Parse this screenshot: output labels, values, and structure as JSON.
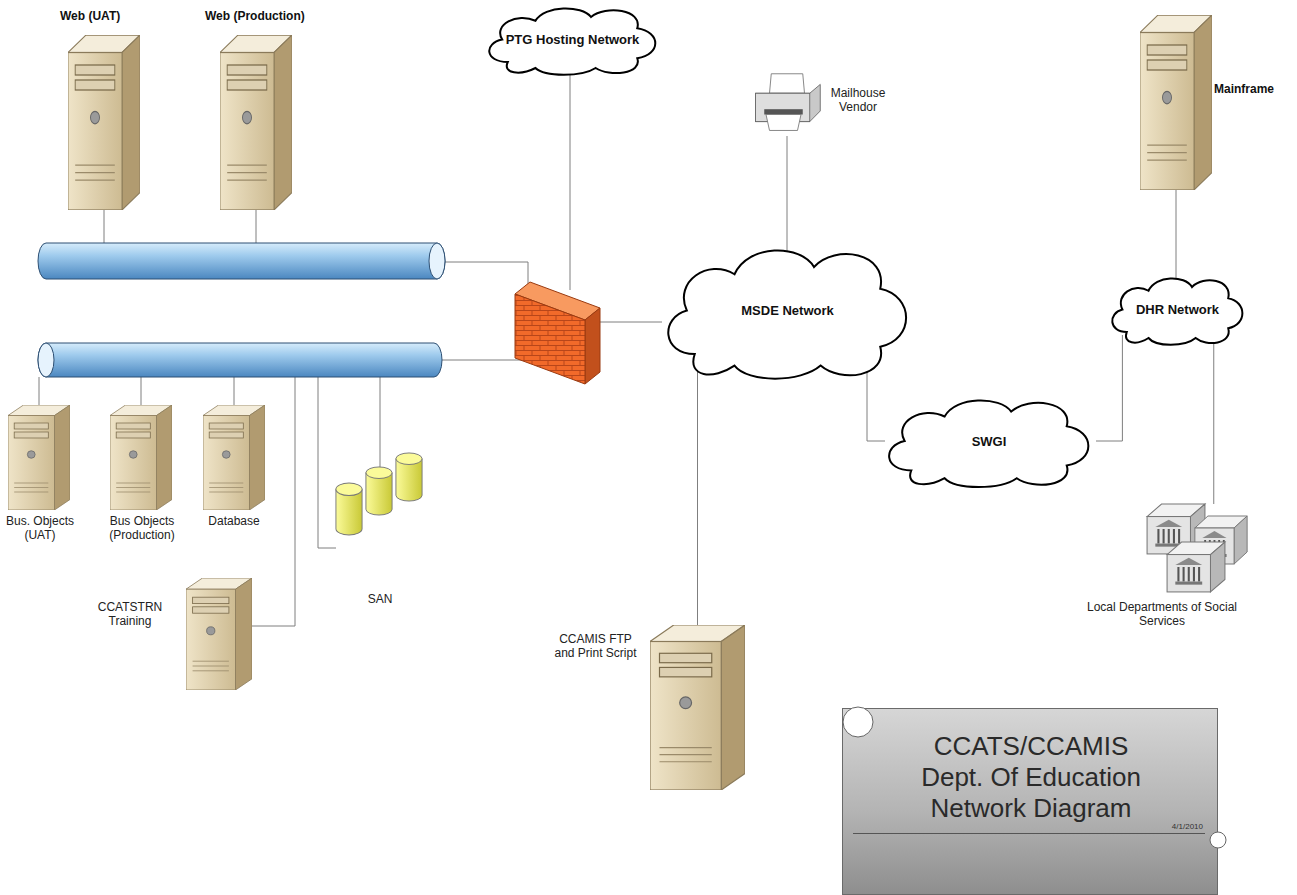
{
  "diagram": {
    "title": "CCATS/CCAMIS Dept. Of Education Network Diagram",
    "nodes": [
      {
        "text": [
          "Web (UAT)"
        ]
      },
      {
        "text": [
          "Web (Production)"
        ]
      },
      {
        "text": [
          "PTG Hosting Network"
        ]
      },
      {
        "text": [
          "Mailhouse Vendor"
        ]
      },
      {
        "text": [
          "Mainframe"
        ]
      },
      {
        "text": [
          "MSDE Network"
        ]
      },
      {
        "text": [
          "DHR Network"
        ]
      },
      {
        "text": [
          "Bus. Objects (UAT)"
        ]
      },
      {
        "text": [
          "Bus Objects (Production)"
        ]
      },
      {
        "text": [
          "Database"
        ]
      },
      {
        "text": [
          "SAN"
        ]
      },
      {
        "text": [
          "SWGI"
        ]
      },
      {
        "text": [
          "CCAMIS FTP and Print Script"
        ]
      },
      {
        "text": [
          "Local Departments of Social Services"
        ]
      },
      {
        "text": [
          "CCATSTRN Training"
        ]
      }
    ],
    "edges": [
      {
        "from": 3,
        "to": 5,
        "arrow": "none"
      },
      {
        "from": 4,
        "to": 6,
        "arrow": "none"
      },
      {
        "from": 5,
        "to": 11,
        "arrow": "none"
      },
      {
        "from": 11,
        "to": 6,
        "arrow": "none"
      },
      {
        "from": 6,
        "to": 13,
        "arrow": "none"
      },
      {
        "from": 5,
        "to": 12,
        "arrow": "none"
      }
    ],
    "labels": [
      "4/1/2010"
    ]
  }
}
